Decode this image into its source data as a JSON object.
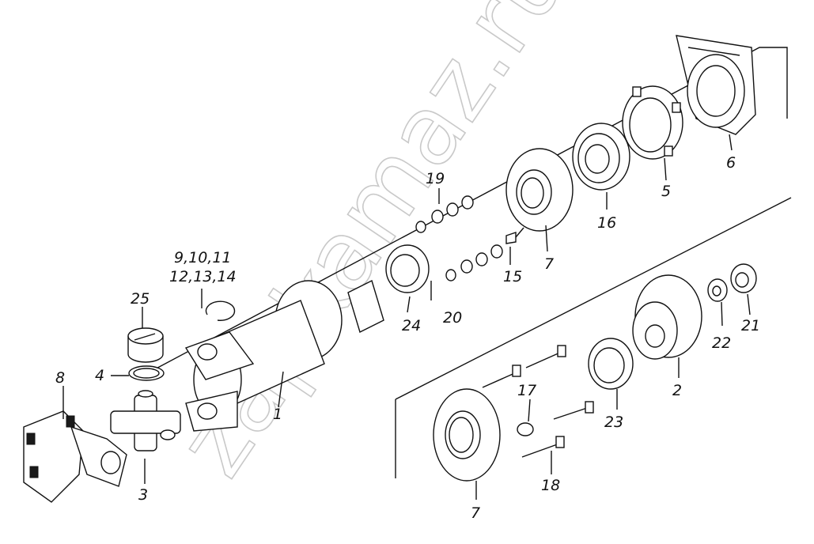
{
  "watermark": "zapkamaz.ru",
  "callouts": {
    "c1": "1",
    "c2": "2",
    "c3": "3",
    "c4": "4",
    "c5": "5",
    "c6": "6",
    "c7a": "7",
    "c7b": "7",
    "c8": "8",
    "c9_11": "9,10,11",
    "c12_14": "12,13,14",
    "c15": "15",
    "c16": "16",
    "c17": "17",
    "c18": "18",
    "c19": "19",
    "c20": "20",
    "c21": "21",
    "c22": "22",
    "c23": "23",
    "c24": "24",
    "c25": "25"
  }
}
